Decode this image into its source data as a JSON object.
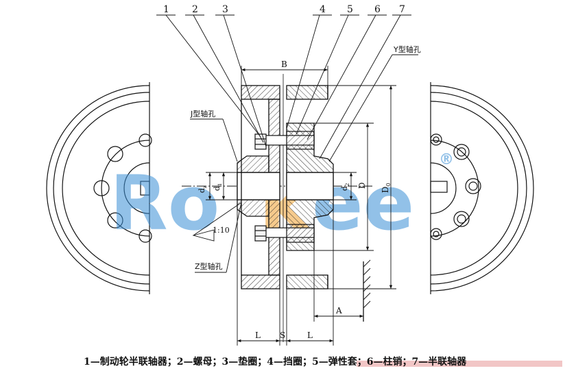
{
  "part_numbers": [
    "1",
    "2",
    "3",
    "4",
    "5",
    "6",
    "7"
  ],
  "bore_labels": {
    "j": "J型轴孔",
    "y": "Y型轴孔",
    "z": "Z型轴孔"
  },
  "dimension_labels": {
    "B": "B",
    "D": "D",
    "D0_main": "D",
    "D0_sub": "0",
    "A": "A",
    "L_left": "L",
    "S": "S",
    "L_right": "L",
    "d1_main": "d",
    "d1_sub": "1",
    "dz_main": "d",
    "dz_sub": "z",
    "d2_main": "d",
    "d2_sub": "2",
    "taper": "1:10"
  },
  "watermark": {
    "text_left": "Ro",
    "text_mid": "k",
    "text_right": "ee",
    "registered": "®"
  },
  "caption": "1—制动轮半联轴器；2—螺母；3—垫圈；4—挡圈；5—弹性套；6—柱销；7—半联轴器",
  "colors": {
    "watermark_blue": "#3a8fd6",
    "watermark_orange": "#f0a030",
    "caption_highlight": "#f2c6c6",
    "line": "#111111"
  }
}
